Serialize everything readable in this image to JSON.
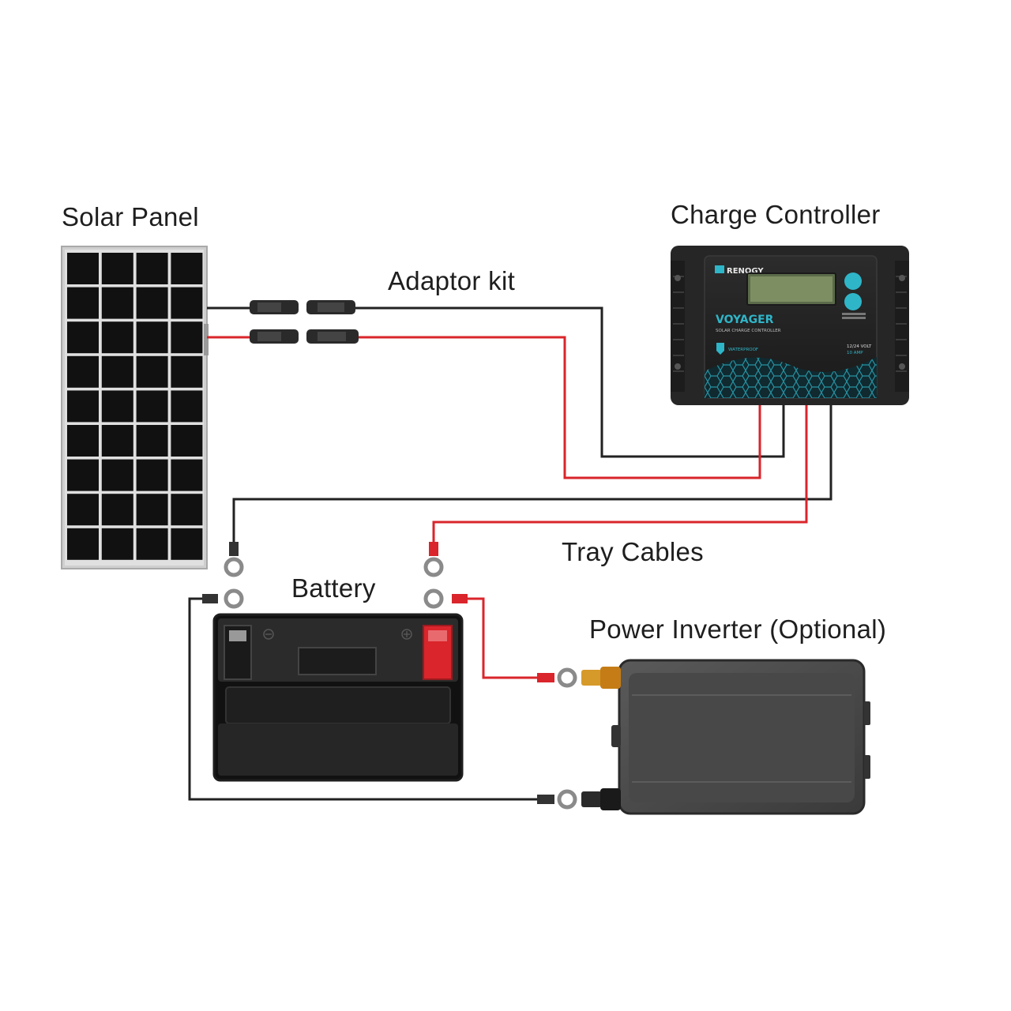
{
  "labels": {
    "solar_panel": "Solar Panel",
    "charge_controller": "Charge Controller",
    "adaptor_kit": "Adaptor kit",
    "tray_cables": "Tray Cables",
    "battery": "Battery",
    "power_inverter": "Power Inverter (Optional)"
  },
  "controller": {
    "brand": "RENOGY",
    "model": "VOYAGER",
    "subtitle": "SOLAR CHARGE CONTROLLER",
    "feature": "WATERPROOF",
    "rating_volt": "12/24 VOLT",
    "rating_amp": "10 AMP"
  },
  "colors": {
    "positive_wire": "#d9252b",
    "negative_wire": "#222222",
    "accent": "#2fb5c8"
  }
}
